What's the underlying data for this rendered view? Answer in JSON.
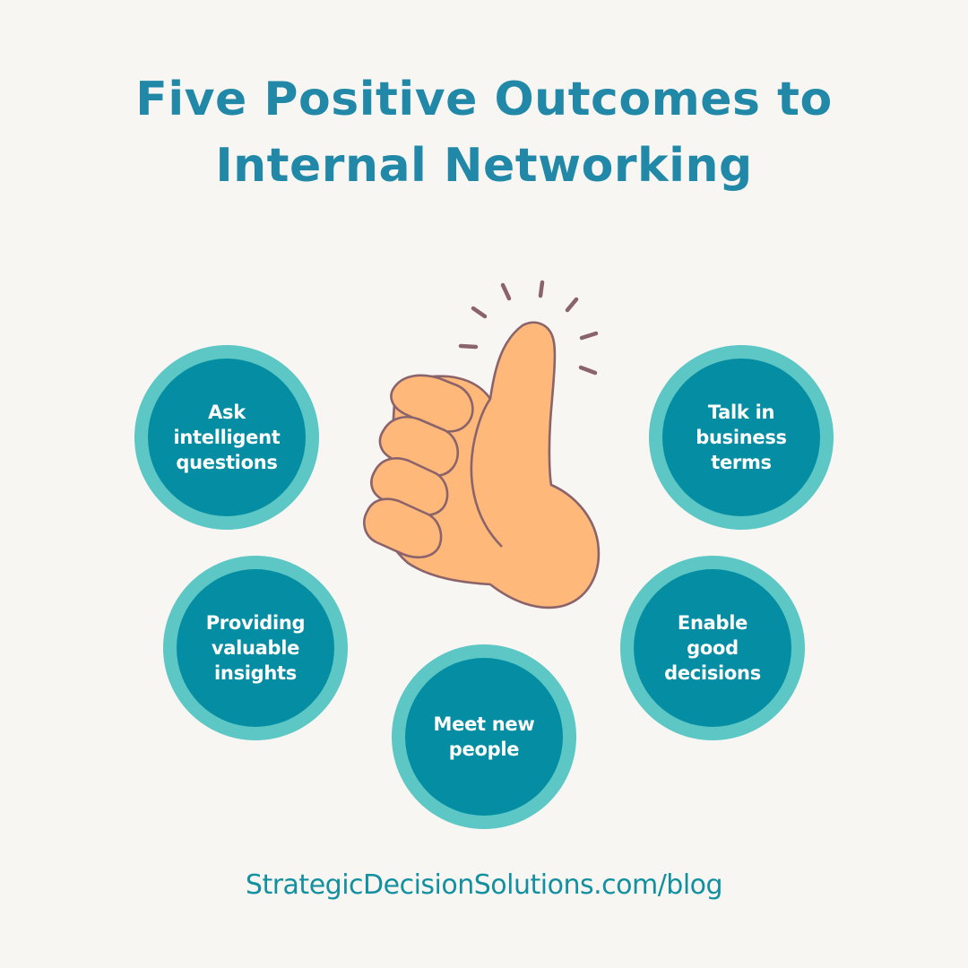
{
  "title": {
    "line1": "Five Positive Outcomes to",
    "line2": "Internal Networking"
  },
  "colors": {
    "background": "#f7f6f3",
    "title": "#2188a7",
    "circle_ring": "#5cc7c4",
    "circle_fill": "#058ea3",
    "circle_text": "#ffffff",
    "hand_fill": "#fdb87a",
    "hand_outline": "#8b636b",
    "footer": "#13909f"
  },
  "outcomes": [
    {
      "lines": [
        "Ask",
        "intelligent",
        "questions"
      ]
    },
    {
      "lines": [
        "Talk in",
        "business",
        "terms"
      ]
    },
    {
      "lines": [
        "Providing",
        "valuable",
        "insights"
      ]
    },
    {
      "lines": [
        "Enable",
        "good",
        "decisions"
      ]
    },
    {
      "lines": [
        "Meet new",
        "people"
      ]
    }
  ],
  "illustration": {
    "icon": "thumbs-up-icon"
  },
  "footer": {
    "url": "StrategicDecisionSolutions.com/blog"
  }
}
